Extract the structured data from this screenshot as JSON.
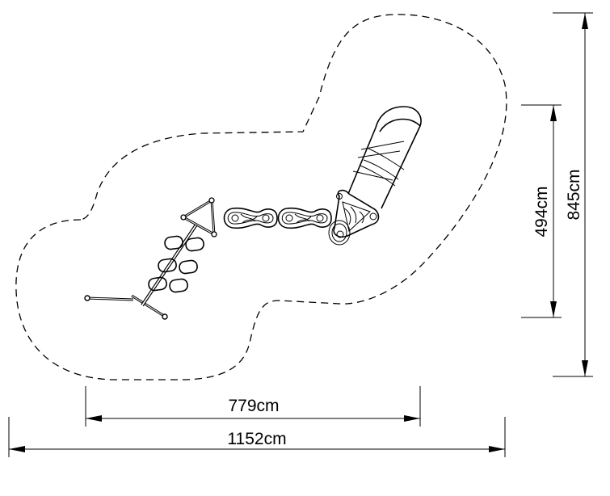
{
  "dimensions": {
    "inner_width": "779cm",
    "total_width": "1152cm",
    "inner_height": "494cm",
    "total_height": "845cm"
  }
}
